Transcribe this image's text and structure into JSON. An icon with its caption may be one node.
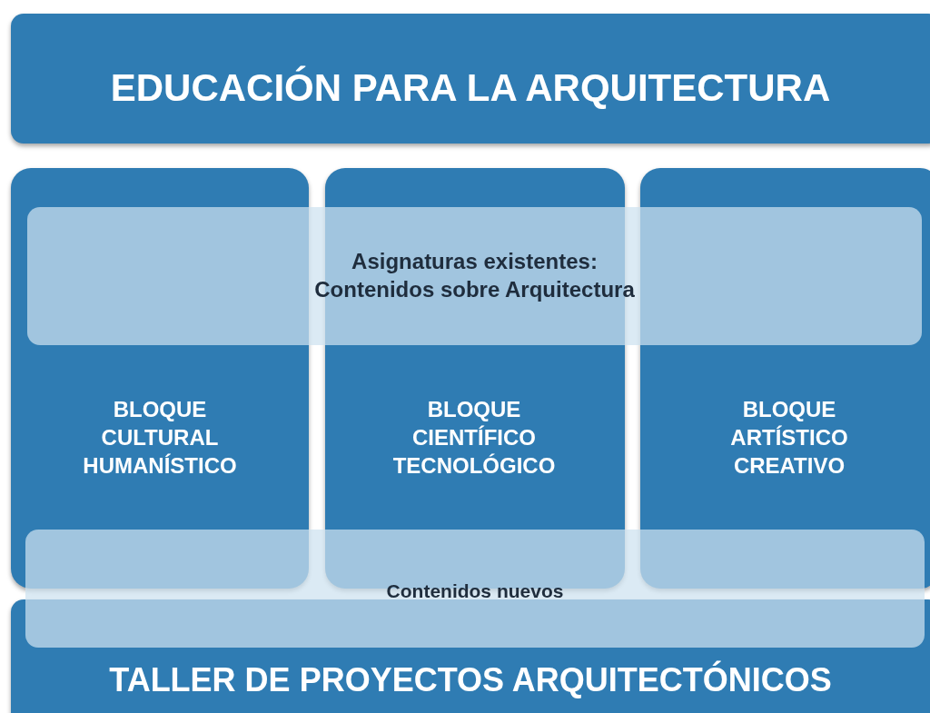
{
  "diagram": {
    "nodes": [
      {
        "text": [
          "EDUCACIÓN PARA LA ARQUITECTURA"
        ]
      },
      {
        "text": [
          "Asignaturas existentes: Contenidos sobre Arquitectura"
        ]
      },
      {
        "text": [
          "BLOQUE CULTURAL HUMANÍSTICO"
        ]
      },
      {
        "text": [
          "BLOQUE CIENTÍFICO TECNOLÓGICO"
        ]
      },
      {
        "text": [
          "BLOQUE ARTÍSTICO CREATIVO"
        ]
      },
      {
        "text": [
          "Contenidos nuevos"
        ]
      },
      {
        "text": [
          "TALLER DE PROYECTOS ARQUITECTÓNICOS"
        ]
      }
    ],
    "edges": []
  }
}
